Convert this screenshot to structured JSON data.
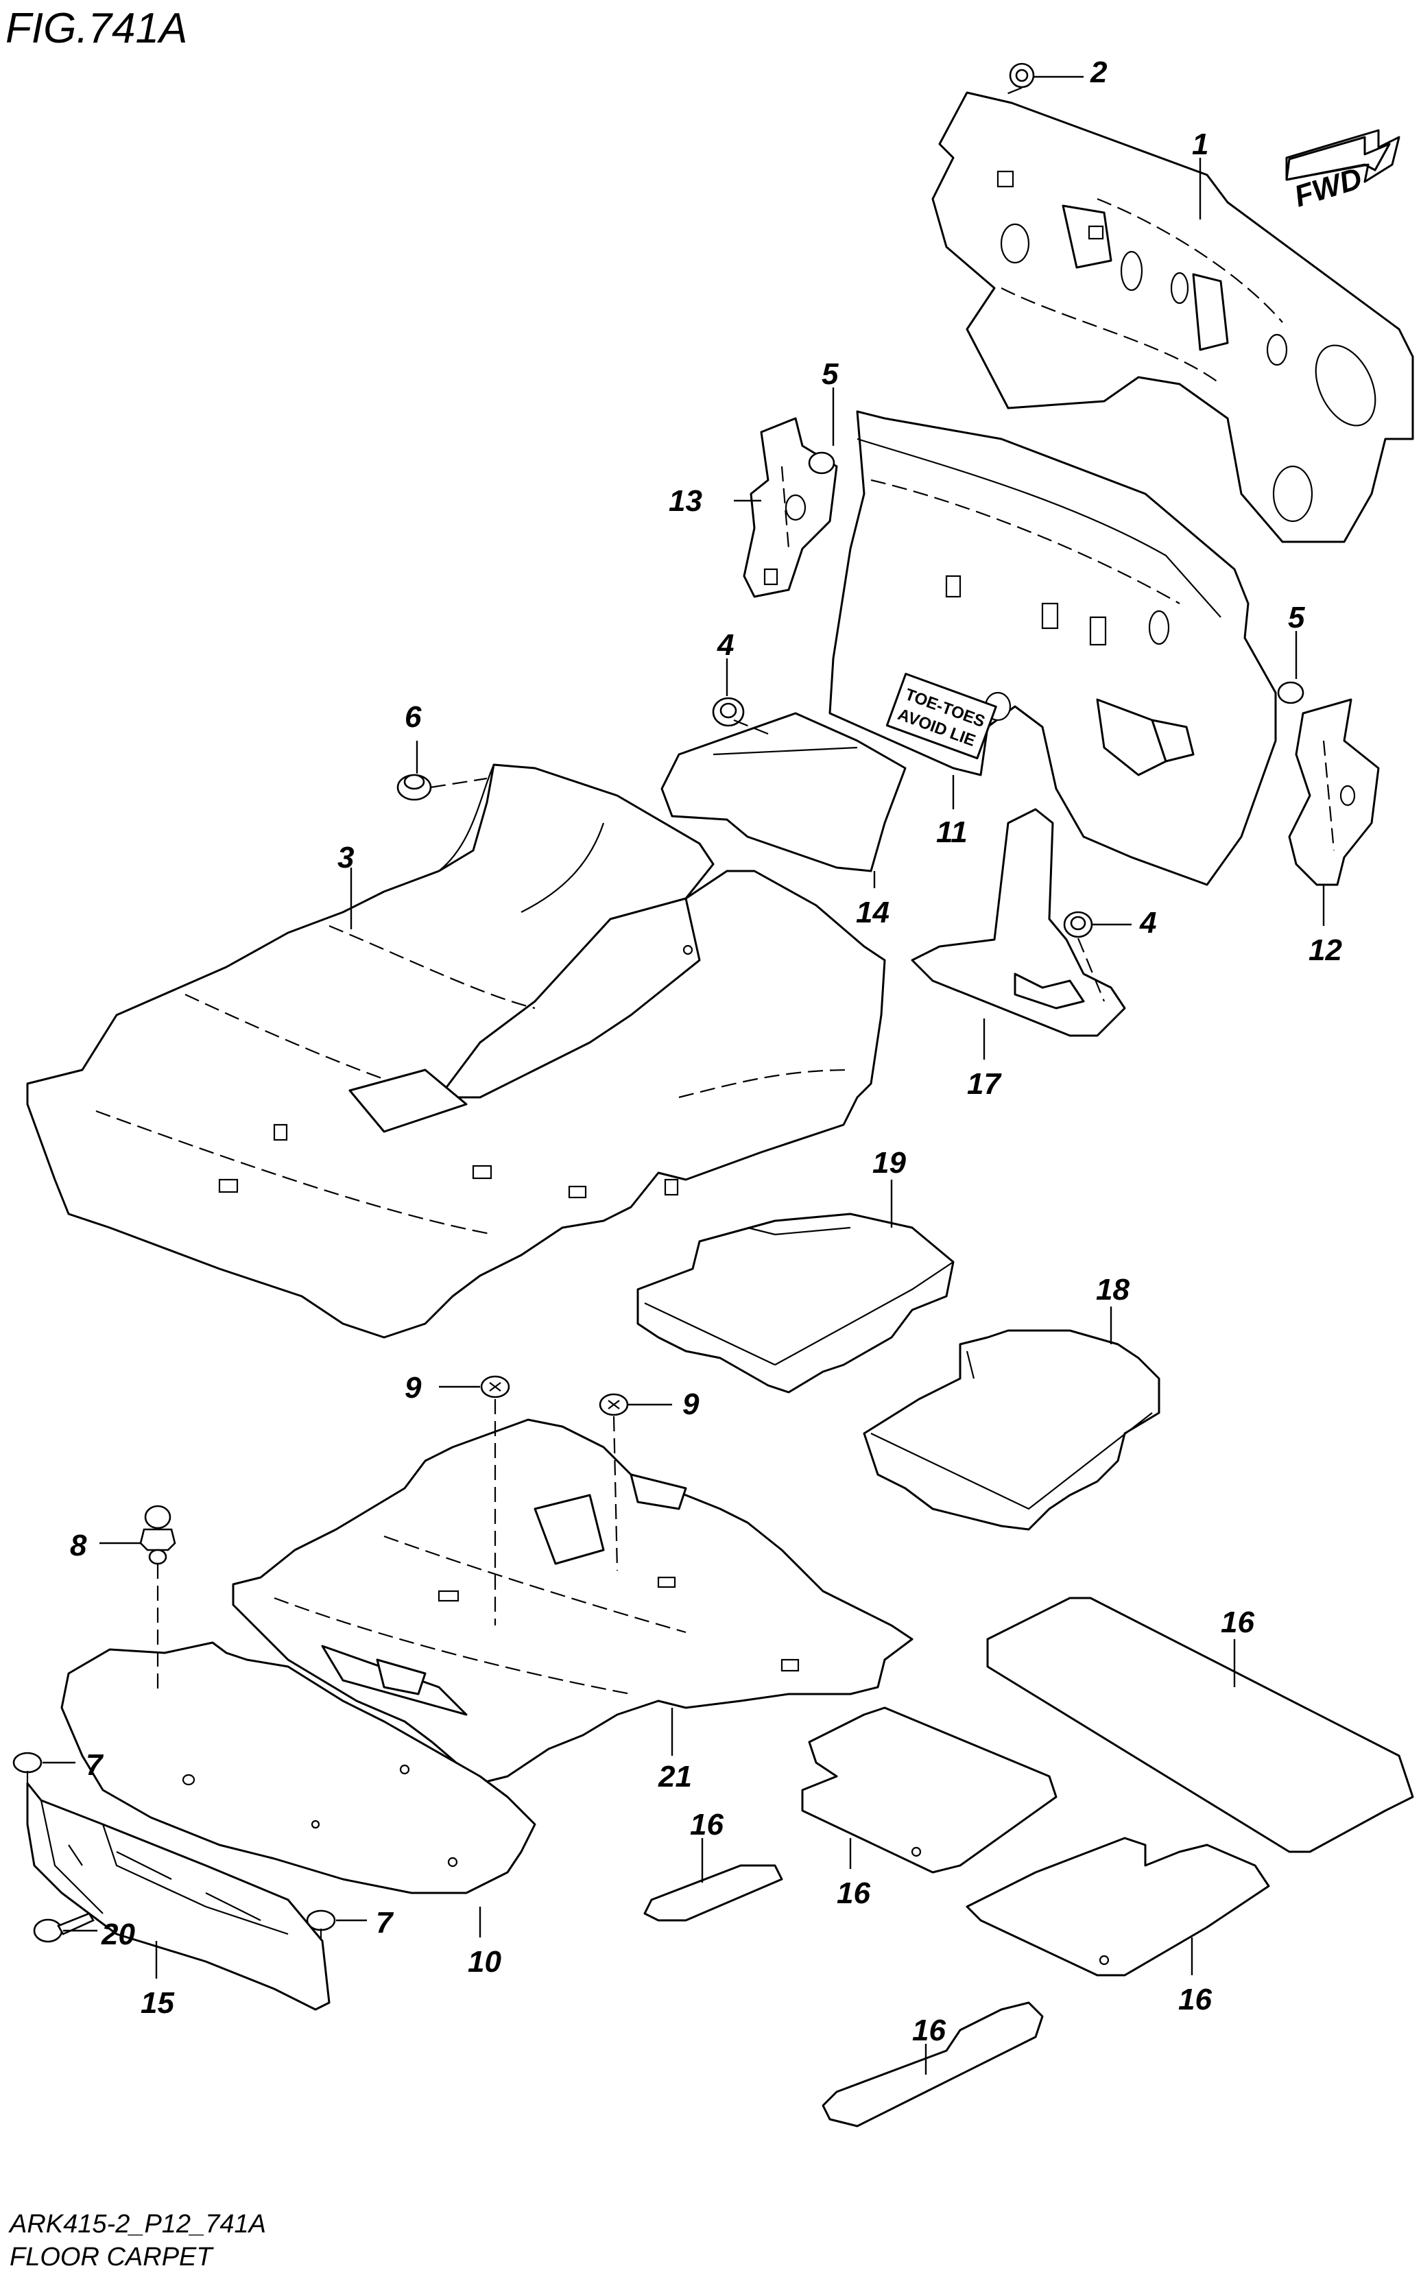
{
  "figure": {
    "title": "FIG.741A",
    "code": "ARK415-2_P12_741A",
    "name": "FLOOR CARPET",
    "direction": "FWD"
  },
  "callouts": [
    {
      "id": "c1",
      "label": "1"
    },
    {
      "id": "c2",
      "label": "2"
    },
    {
      "id": "c3",
      "label": "3"
    },
    {
      "id": "c4a",
      "label": "4"
    },
    {
      "id": "c4b",
      "label": "4"
    },
    {
      "id": "c5a",
      "label": "5"
    },
    {
      "id": "c5b",
      "label": "5"
    },
    {
      "id": "c6",
      "label": "6"
    },
    {
      "id": "c7a",
      "label": "7"
    },
    {
      "id": "c7b",
      "label": "7"
    },
    {
      "id": "c8",
      "label": "8"
    },
    {
      "id": "c9a",
      "label": "9"
    },
    {
      "id": "c9b",
      "label": "9"
    },
    {
      "id": "c10",
      "label": "10"
    },
    {
      "id": "c11",
      "label": "11"
    },
    {
      "id": "c12",
      "label": "12"
    },
    {
      "id": "c13",
      "label": "13"
    },
    {
      "id": "c14",
      "label": "14"
    },
    {
      "id": "c15",
      "label": "15"
    },
    {
      "id": "c16a",
      "label": "16"
    },
    {
      "id": "c16b",
      "label": "16"
    },
    {
      "id": "c16c",
      "label": "16"
    },
    {
      "id": "c16d",
      "label": "16"
    },
    {
      "id": "c16e",
      "label": "16"
    },
    {
      "id": "c17",
      "label": "17"
    },
    {
      "id": "c18",
      "label": "18"
    },
    {
      "id": "c19",
      "label": "19"
    },
    {
      "id": "c20",
      "label": "20"
    },
    {
      "id": "c21",
      "label": "21"
    }
  ],
  "label_on_part": "TOE-TOES\nAVOID LIE"
}
